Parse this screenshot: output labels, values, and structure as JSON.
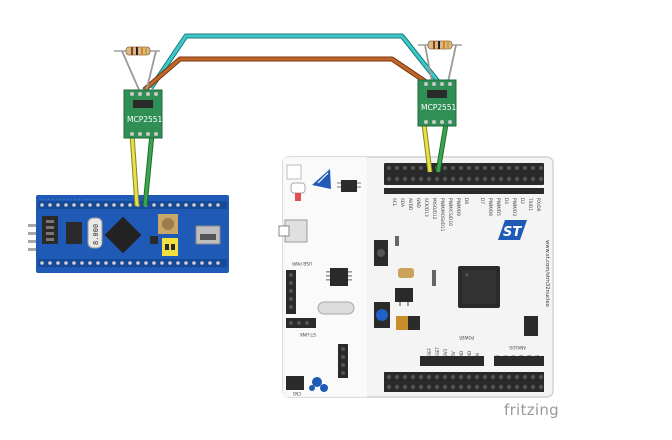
{
  "diagram": {
    "transceiver_label": "MCP2551",
    "watermark": "fritzing",
    "bluepill": {
      "crystal_label": "8.000"
    },
    "nucleo": {
      "vendor_logo": "ST",
      "vertical_side_text": "www.st.com/stm32nucleo",
      "power_label": "POWER",
      "analog_label": "ANALOG",
      "usb_label": "USB PWR",
      "stlink_label": "ST-LINK",
      "cn_label": "CN1",
      "power_pins": [
        "IOREF",
        "RESET",
        "+3V3",
        "+5V",
        "GND",
        "GND",
        "VIN"
      ],
      "analog_pins": [
        "A0",
        "A1",
        "A2",
        "A3",
        "A4",
        "A5"
      ],
      "top_pins": [
        "SCL",
        "SDA",
        "AVDD",
        "GND",
        "SCK/D13",
        "MISO/D12",
        "PWM/MOSI/D11",
        "PWM/CS/D10",
        "PWM/D9",
        "D8",
        "D7",
        "PWM/D6",
        "PWM/D5",
        "D4",
        "PWM/D3",
        "D2",
        "TX/D1",
        "RX/D0"
      ]
    },
    "wire_colors": {
      "cyan": "#3ec7c9",
      "orange": "#c0652a",
      "yellow": "#e6e04a",
      "green": "#3aa84a",
      "board_blue": "#1f5bb6",
      "pcb_green": "#2f8f55"
    }
  }
}
